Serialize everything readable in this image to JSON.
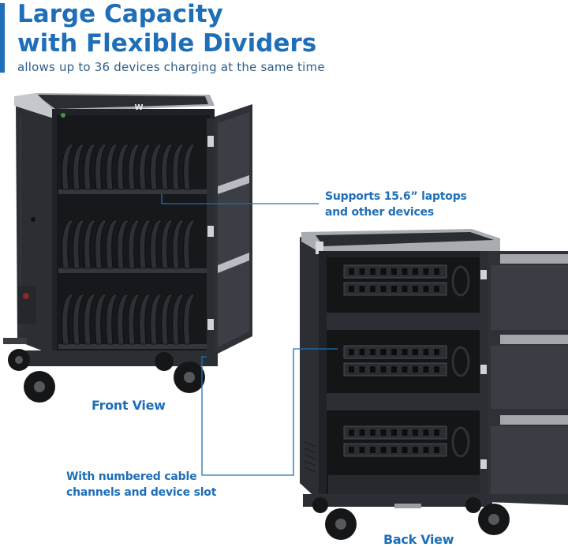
{
  "header": {
    "title_line1": "Large Capacity",
    "title_line2": "with Flexible Dividers",
    "subtitle": "allows up to 36 devices charging at the same time"
  },
  "callouts": {
    "laptops_line1": "Supports 15.6” laptops",
    "laptops_line2": "and other devices",
    "cable_line1": "With numbered cable",
    "cable_line2": "channels and device slot"
  },
  "views": {
    "front": "Front View",
    "back": "Back View"
  },
  "logo_text": "W",
  "colors": {
    "accent": "#1e6fb8",
    "cart_body": "#2b2e33",
    "cart_dark": "#1b1d20",
    "silver_trim": "#a9adb2"
  }
}
